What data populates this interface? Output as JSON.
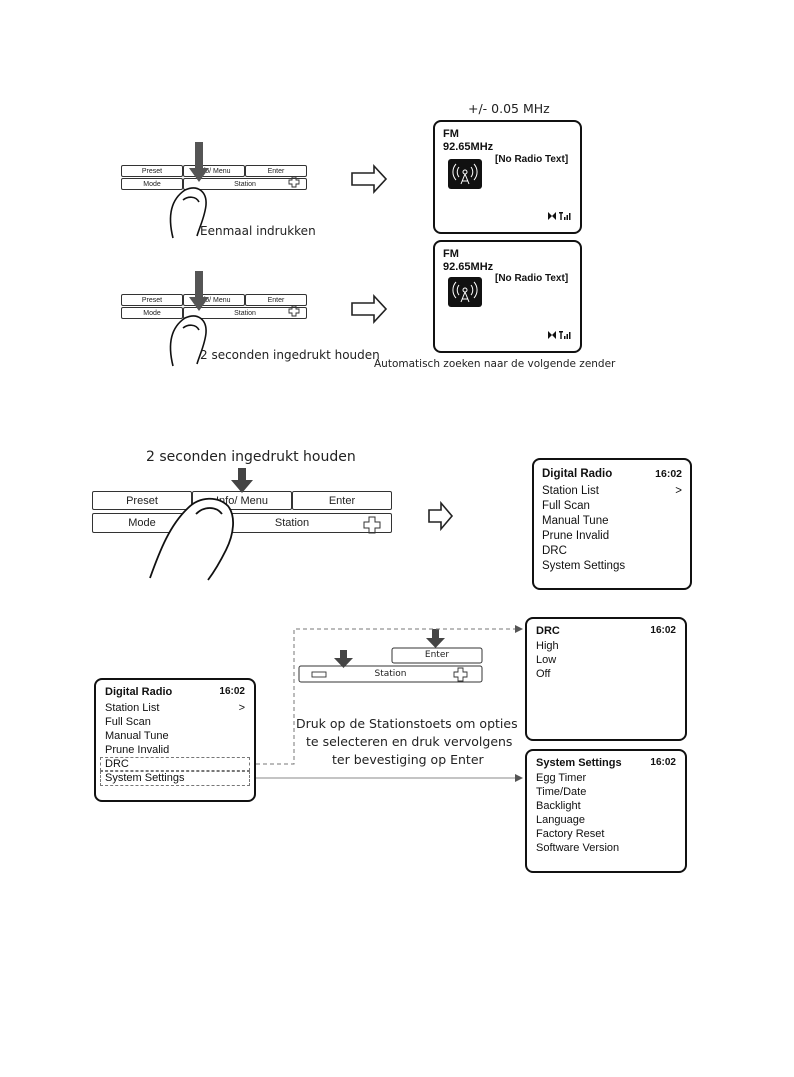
{
  "fm_section": {
    "tolerance_label": "+/- 0.05 MHz",
    "single_press_caption": "Eenmaal indrukken",
    "hold_caption": "2 seconden ingedrukt houden",
    "auto_scan_caption": "Automatisch zoeken naar de volgende zender",
    "panel_small": {
      "preset": "Preset",
      "info_menu": "Info/ Menu",
      "enter": "Enter",
      "mode": "Mode",
      "station": "Station"
    },
    "screen1": {
      "band": "FM",
      "frequency": "92.65MHz",
      "radio_text": "[No Radio Text]"
    },
    "screen2": {
      "band": "FM",
      "frequency": "92.65MHz",
      "radio_text": "[No Radio Text]"
    }
  },
  "dab_section": {
    "hold_caption": "2 seconden ingedrukt houden",
    "panel": {
      "preset": "Preset",
      "info_menu": "Info/ Menu",
      "enter": "Enter",
      "mode": "Mode",
      "station": "Station"
    },
    "menu_screen": {
      "title": "Digital Radio",
      "time": "16:02",
      "items": [
        "Station List",
        "Full Scan",
        "Manual Tune",
        "Prune Invalid",
        "DRC",
        "System Settings"
      ],
      "station_list_arrow": ">"
    },
    "left_menu": {
      "title": "Digital Radio",
      "time": "16:02",
      "items": [
        "Station List",
        "Full Scan",
        "Manual Tune",
        "Prune Invalid",
        "DRC",
        "System Settings"
      ],
      "station_list_arrow": ">"
    },
    "mini_panel": {
      "enter": "Enter",
      "station": "Station"
    },
    "instruction": [
      "Druk op de Stationstoets om opties",
      "te selecteren en druk vervolgens",
      "ter bevestiging op Enter"
    ],
    "drc_screen": {
      "title": "DRC",
      "time": "16:02",
      "items": [
        "High",
        "Low",
        "Off"
      ]
    },
    "settings_screen": {
      "title": "System Settings",
      "time": "16:02",
      "items": [
        "Egg Timer",
        "Time/Date",
        "Backlight",
        "Language",
        "Factory Reset",
        "Software Version"
      ]
    }
  },
  "colors": {
    "ink": "#111111",
    "line": "#333333",
    "dashed": "#777777"
  }
}
